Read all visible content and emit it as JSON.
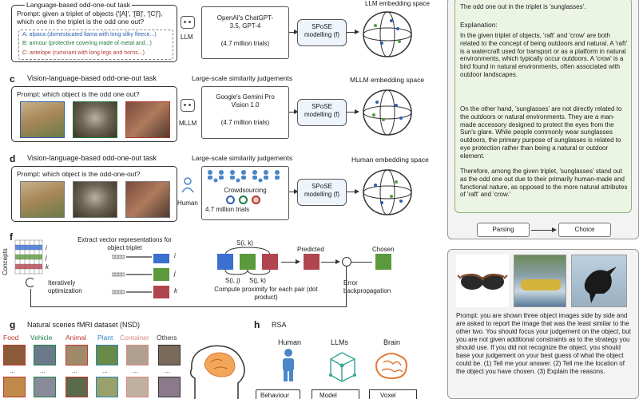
{
  "panels": {
    "b": {
      "header": "Language-based odd-one-out task",
      "prompt": "Prompt: given a triplet of objects {'[A]', '[B]', '[C]'}, which one in the triplet is the odd one out?",
      "options": [
        "A: alpaca (domesticated llama with long silky fleece...)",
        "B: armour (protective covering made of metal and...)",
        "C: antelope (ruminant with long legs and horns...)"
      ],
      "agent_label": "LLM",
      "model_name": "OpenAI's ChatGPT-3.5, GPT-4",
      "trials": "(4.7 million trials)",
      "spose": "SPoSE modelling (f)",
      "space_label": "LLM embedding space"
    },
    "c": {
      "letter": "c",
      "header": "Vision-language-based odd-one-out task",
      "prompt": "Prompt: which object is the odd one out?",
      "agent_label": "MLLM",
      "sim_header": "Large-scale similarity judgements",
      "model_name": "Google's Gemini Pro Vision 1.0",
      "trials": "(4.7 million trials)",
      "spose": "SPoSE modelling (f)",
      "space_label": "MLLM embedding space"
    },
    "d": {
      "letter": "d",
      "header": "Vision-language-based odd-one-out task",
      "prompt": "Prompt: which object is the odd-one-out?",
      "agent_label": "Human",
      "sim_header": "Large-scale similarity judgements",
      "crowd": "Crowdsourcing",
      "trials": "4.7 million trials",
      "spose": "SPoSE modelling (f)",
      "space_label": "Human embedding space"
    },
    "f": {
      "letter": "f",
      "concepts": "Concepts",
      "rows": [
        "i",
        "j",
        "k"
      ],
      "extract": "Extract vector representations for object triplet",
      "iterate": "Iteratively optimization",
      "sik": "S(i, k)",
      "sij": "S(i, j)",
      "sjk": "S(j, k)",
      "compute": "Compute proximity for each pair (dot product)",
      "predicted": "Predicted",
      "chosen": "Chosen",
      "error": "Error backpropagation"
    },
    "g": {
      "letter": "g",
      "header": "Natural scenes fMRI dataset (NSD)",
      "categories": [
        {
          "label": "Food",
          "color": "#c0392b"
        },
        {
          "label": "Vehicle",
          "color": "#1e8449"
        },
        {
          "label": "Animal",
          "color": "#c0392b"
        },
        {
          "label": "Plant",
          "color": "#2e86c1"
        },
        {
          "label": "Container",
          "color": "#d98880"
        },
        {
          "label": "Others",
          "color": "#333333"
        }
      ],
      "ellipsis": "..."
    },
    "h": {
      "letter": "h",
      "header": "RSA",
      "agents": [
        "Human",
        "LLMs",
        "Brain"
      ],
      "bottoms": [
        "Behaviour",
        "Model",
        "Voxel"
      ]
    }
  },
  "right_panel": {
    "top_line": "The odd one out in the triplet is 'sunglasses'.",
    "explanation_title": "Explanation:",
    "para1": "In the given triplet of objects, 'raft' and 'crow' are both related to the concept of being outdoors and natural. A 'raft' is a watercraft used for transport or as a platform in natural environments, which typically occur outdoors. A 'crow' is a bird found in natural environments, often associated with outdoor landscapes.",
    "para2": "On the other hand, 'sunglasses' are not directly related to the outdoors or natural environments. They are a man-made accessory designed to protect the eyes from the Sun's glare. While people commonly wear sunglasses outdoors, the primary purpose of sunglasses is related to eye protection rather than being a natural or outdoor element.",
    "para3": "Therefore, among the given triplet, 'sunglasses' stand out as the odd one out due to their primarily human-made and functional nature, as opposed to the more natural attributes of 'raft' and 'crow.'",
    "parsing": "Parsing",
    "choice": "Choice",
    "prompt": "Prompt: you are shown three object images side by side and are asked to report the image that was the least similar to the other two. You should focus your judgement on the object, but you are not given additional constraints as to the strategy you should use. If you did not recognize the object, you should base your judgement on your best guess of what the object could be. (1) Tell me your answer. (2) Tell me the location of the object you have chosen. (3) Explain the reasons."
  },
  "colors": {
    "vec_blue": "#3b6fd0",
    "vec_green": "#5a9a3c",
    "vec_red": "#b0454f",
    "brain_orange": "#e07b39",
    "human_blue": "#4a86c8"
  }
}
